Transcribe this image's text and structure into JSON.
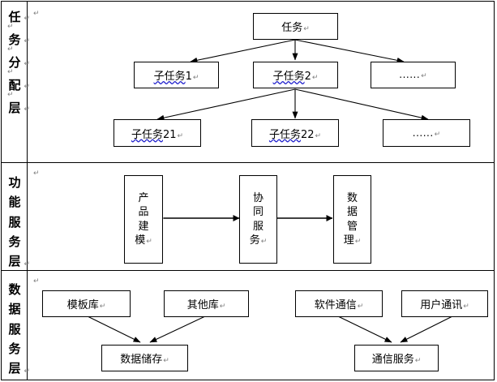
{
  "diagram": {
    "title_layers": [
      {
        "id": "task-allocation-layer",
        "text": "任务分配层",
        "chars": [
          "任",
          "务",
          "分",
          "配",
          "层"
        ]
      },
      {
        "id": "function-service-layer",
        "text": "功能服务层",
        "chars": [
          "功",
          "能",
          "服",
          "务",
          "层"
        ]
      },
      {
        "id": "data-service-layer",
        "text": "数据服务层",
        "chars": [
          "数",
          "据",
          "服",
          "务",
          "层"
        ]
      }
    ],
    "pilcrow": "↵",
    "layer1": {
      "name": "任务分配层",
      "root": {
        "label": "任务"
      },
      "level2": [
        {
          "label": "子任务",
          "index": "1",
          "spellcheck": true
        },
        {
          "label": "子任务",
          "index": "2",
          "spellcheck": true
        },
        {
          "label": "......",
          "index": "",
          "spellcheck": false
        }
      ],
      "level3": [
        {
          "label": "子任务",
          "index": "21",
          "spellcheck": true
        },
        {
          "label": "子任务",
          "index": "22",
          "spellcheck": true
        },
        {
          "label": "......",
          "index": "",
          "spellcheck": false
        }
      ]
    },
    "layer2": {
      "name": "功能服务层",
      "boxes": [
        {
          "id": "product-modeling",
          "text": "产品建模",
          "chars": [
            "产",
            "品",
            "建",
            "模"
          ]
        },
        {
          "id": "collaborative-service",
          "text": "协同服务",
          "chars": [
            "协",
            "同",
            "服",
            "务"
          ]
        },
        {
          "id": "data-management",
          "text": "数据管理",
          "chars": [
            "数",
            "据",
            "管",
            "理"
          ]
        }
      ],
      "connections": "bidirectional"
    },
    "layer3": {
      "name": "数据服务层",
      "left_group": {
        "sources": [
          {
            "id": "template-library",
            "text": "模板库"
          },
          {
            "id": "other-library",
            "text": "其他库"
          }
        ],
        "target": {
          "id": "data-storage",
          "text": "数据储存"
        }
      },
      "right_group": {
        "sources": [
          {
            "id": "software-communication",
            "text": "软件通信"
          },
          {
            "id": "user-communication",
            "text": "用户通讯"
          }
        ],
        "target": {
          "id": "communication-service",
          "text": "通信服务"
        }
      }
    },
    "colors": {
      "line": "#000000",
      "spellcheck_underline": "#2222cc",
      "pilcrow": "#808080",
      "background": "#ffffff"
    }
  }
}
